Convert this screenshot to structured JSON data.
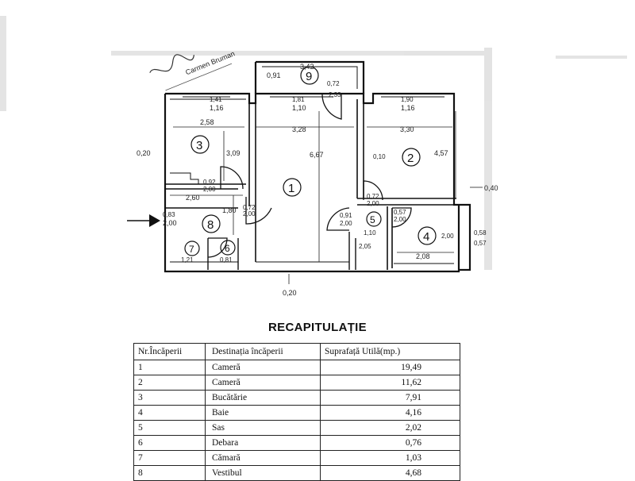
{
  "stamp": {
    "text": "Carmen Bruman"
  },
  "plan": {
    "rooms": [
      {
        "number": "1"
      },
      {
        "number": "2"
      },
      {
        "number": "3"
      },
      {
        "number": "4"
      },
      {
        "number": "5"
      },
      {
        "number": "6"
      },
      {
        "number": "7"
      },
      {
        "number": "8"
      },
      {
        "number": "9"
      }
    ],
    "dimensions": {
      "d_3_42": "3,42",
      "d_0_91a": "0,91",
      "d_0_72a": "0,72",
      "d_2_33": "2,33",
      "d_1_41": "1,41",
      "d_1_16a": "1,16",
      "d_1_81": "1,81",
      "d_1_10": "1,10",
      "d_1_90": "1,90",
      "d_1_16b": "1,16",
      "d_2_58": "2,58",
      "d_3_28": "3,28",
      "d_3_30": "3,30",
      "d_0_20a": "0,20",
      "d_3_09": "3,09",
      "d_6_67": "6,67",
      "d_0_10": "0,10",
      "d_4_57": "4,57",
      "d_0_92": "0,92",
      "d_2_00a": "2,00",
      "d_2_60": "2,60",
      "d_0_72b": "0,72",
      "d_2_00b": "2,00",
      "d_0_40": "0,40",
      "d_0_83": "0,83",
      "d_2_00c": "2,00",
      "d_1_80": "1,80",
      "d_0_72c": "0,72",
      "d_2_00d": "2,00",
      "d_0_91b": "0,91",
      "d_2_00e": "2,00",
      "d_0_57": "0,57",
      "d_2_00f": "2,00",
      "d_1_10b": "1,10",
      "d_2_00g": "2,00",
      "d_0_58": "0,58",
      "d_0_57b": "0,57",
      "d_2_05": "2,05",
      "d_2_08": "2,08",
      "d_1_21": "1,21",
      "d_0_81": "0,81",
      "d_0_20b": "0,20"
    }
  },
  "summary": {
    "title": "RECAPITULAȚIE",
    "headers": [
      "Nr.Încăperii",
      "Destinația încăperii",
      "Suprafață Utilă(mp.)"
    ],
    "rows": [
      {
        "nr": "1",
        "dest": "Cameră",
        "area": "19,49"
      },
      {
        "nr": "2",
        "dest": "Cameră",
        "area": "11,62"
      },
      {
        "nr": "3",
        "dest": "Bucătărie",
        "area": "7,91"
      },
      {
        "nr": "4",
        "dest": "Baie",
        "area": "4,16"
      },
      {
        "nr": "5",
        "dest": "Sas",
        "area": "2,02"
      },
      {
        "nr": "6",
        "dest": "Debara",
        "area": "0,76"
      },
      {
        "nr": "7",
        "dest": "Cămară",
        "area": "1,03"
      },
      {
        "nr": "8",
        "dest": "Vestibul",
        "area": "4,68"
      }
    ]
  }
}
